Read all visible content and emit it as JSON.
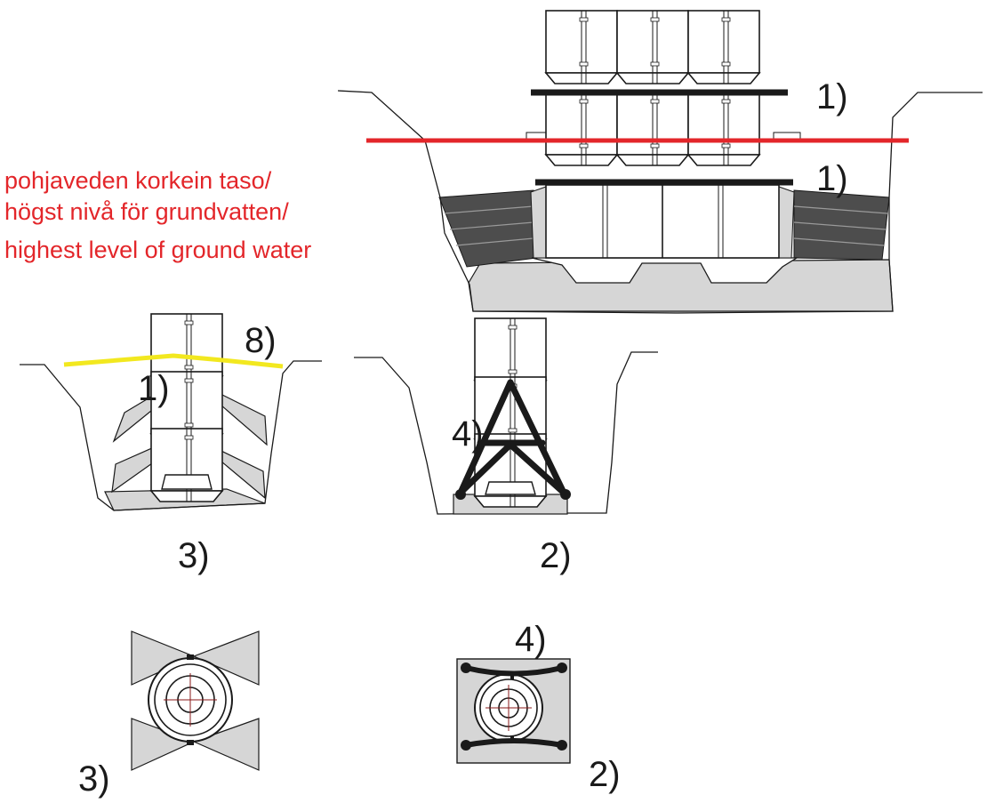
{
  "groundwater_label": {
    "fi": "pohjaveden korkein taso/",
    "sv": "högst nivå för grundvatten/",
    "en": "highest level of ground water"
  },
  "labels": {
    "strap_upper": "1)",
    "strap_lower": "1)",
    "strap_left": "1)",
    "geotextile": "8)",
    "anchor_side": "4)",
    "anchor_top": "4)",
    "caption_left": "3)",
    "caption_right": "2)",
    "plan_left": "3)",
    "plan_right": "2)"
  },
  "colors": {
    "groundwater_line": "#e3262a",
    "geotextile_line": "#f2e81f",
    "dark_fill": "#4d4d4d",
    "light_fill": "#d6d6d6",
    "outline": "#1a1a1a"
  }
}
